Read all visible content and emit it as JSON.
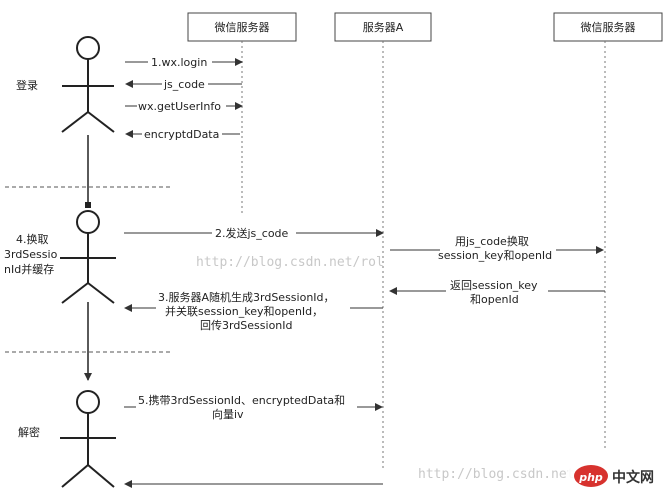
{
  "participants": {
    "wechat_left": "微信服务器",
    "server_a": "服务器A",
    "wechat_right": "微信服务器"
  },
  "sections": {
    "login": "登录",
    "exchange": [
      "4.换取",
      "3rdSessio",
      "nId并缓存"
    ],
    "decrypt": "解密"
  },
  "messages": {
    "m1": "1.wx.login",
    "m2": "js_code",
    "m3": "wx.getUserInfo",
    "m4": "encryptdData",
    "m5": "2.发送js_code",
    "m6": [
      "用js_code换取",
      "session_key和openId"
    ],
    "m7": [
      "返回session_key",
      "和openId"
    ],
    "m8": [
      "3.服务器A随机生成3rdSessionId，",
      "并关联session_key和openId，",
      "回传3rdSessionId"
    ],
    "m9": [
      "5.携带3rdSessionId、encryptedData和",
      "向量iv"
    ]
  },
  "watermark": {
    "url1": "http://blog.csdn.net/rol",
    "url2": "http://blog.csdn.net",
    "brand": "中文网",
    "logo": "php"
  },
  "colors": {
    "line": "#333333",
    "dash": "#888888",
    "logo": "#d7322e"
  }
}
